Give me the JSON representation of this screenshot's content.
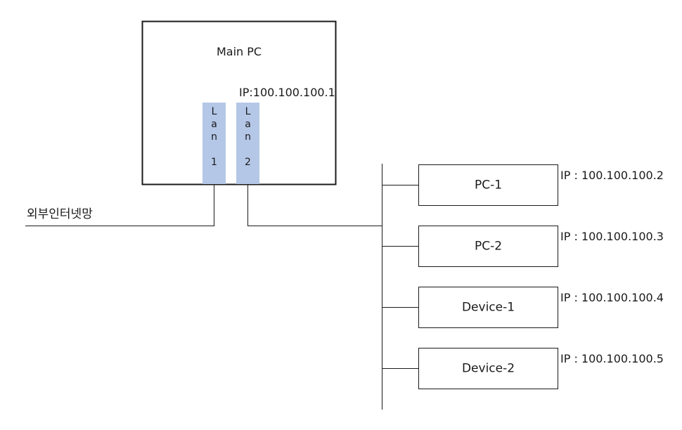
{
  "main_pc": {
    "title": "Main PC",
    "ip": "IP:100.100.100.1"
  },
  "lan_ports": [
    {
      "chars": [
        "L",
        "a",
        "n",
        "1"
      ]
    },
    {
      "chars": [
        "L",
        "a",
        "n",
        "2"
      ]
    }
  ],
  "external": {
    "label": "외부인터넷망"
  },
  "devices": [
    {
      "name": "PC-1",
      "ip": "IP : 100.100.100.2"
    },
    {
      "name": "PC-2",
      "ip": "IP : 100.100.100.3"
    },
    {
      "name": "Device-1",
      "ip": "IP : 100.100.100.4"
    },
    {
      "name": "Device-2",
      "ip": "IP : 100.100.100.5"
    }
  ],
  "colors": {
    "lan_port_fill": "#b4c7e7",
    "line": "#1a1a1a"
  }
}
